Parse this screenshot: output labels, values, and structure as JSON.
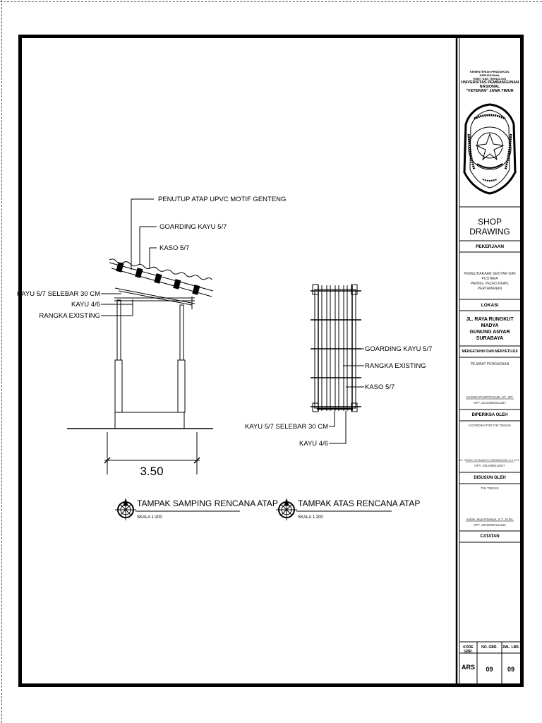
{
  "drawing": {
    "side_view": {
      "labels": {
        "roof_cover": "PENUTUP ATAP UPVC MOTIF GENTENG",
        "goarding": "GOARDING KAYU 5/7",
        "kaso": "KASO 5/7",
        "kayu_selebar": "KAYU 5/7 SELEBAR 30 CM",
        "kayu_46": "KAYU 4/6",
        "rangka": "RANGKA EXISTING"
      },
      "dimension": "3.50",
      "title": "TAMPAK SAMPING RENCANA ATAP",
      "scale": "SKALA 1:200"
    },
    "top_view": {
      "labels": {
        "goarding": "GOARDING KAYU 5/7",
        "rangka": "RANGKA EXISTING",
        "kaso": "KASO 5/7",
        "kayu_selebar": "KAYU 5/7 SELEBAR 30 CM",
        "kayu_46": "KAYU 4/6"
      },
      "title": "TAMPAK ATAS RENCANA ATAP",
      "scale": "SKALA 1:200"
    }
  },
  "title_block": {
    "institution": {
      "line1": "KEMENTERIAN PENDIDIKAN, KEBUDAYAAN,",
      "line2": "RISET DAN TEKNOLOGI",
      "line3": "UNIVERSITAS PEMBANGUNAN NASIONAL",
      "line4": "\"VETERAN\" JAWA TIMUR"
    },
    "logo": "university-seal",
    "sheet_title": "SHOP DRAWING",
    "pekerjaan_label": "PEKERJAAN",
    "pekerjaan_value_1": "PEMELIHARAAN SEKITAR GIRI PUSTAKA",
    "pekerjaan_value_2": "PAVING, PEDESTRIAN, PERTAMANAN",
    "lokasi_label": "LOKASI",
    "lokasi_1": "JL. RAYA RUNGKUT MADYA",
    "lokasi_2": "GUNUNG ANYAR",
    "lokasi_3": "SURABAYA",
    "mengetahui_label": "MENGETAHUI DAN MENYETUJUI",
    "mengetahui_role": "PEJABAT PENGADAAN",
    "mengetahui_name": "NA'DWA PUSPITASARI, ST., MT.",
    "mengetahui_nip": "NPT. 21219850311267",
    "diperiksa_label": "DIPERIKSA OLEH",
    "diperiksa_role": "KOORDINATOR TIM TEKNIS",
    "diperiksa_name": "Dr. HERRY KHANDITU FIRMANSYAH S.T.,M.T.",
    "diperiksa_nip": "NPT. 2011988012607",
    "disusun_label": "DISUSUN OLEH",
    "disusun_role": "TIM TEKNIS",
    "disusun_name": "Ardian Jaya Prasetya, S.T., M.Ds.",
    "disusun_nip": "NPT. 20119960131250",
    "catatan_label": "CATATAN",
    "codes": {
      "kode_label": "KODE GBR.",
      "no_label": "NO. GBR.",
      "jml_label": "JML. LBR.",
      "kode_value": "ARS",
      "no_value": "09",
      "jml_value": "09"
    }
  }
}
